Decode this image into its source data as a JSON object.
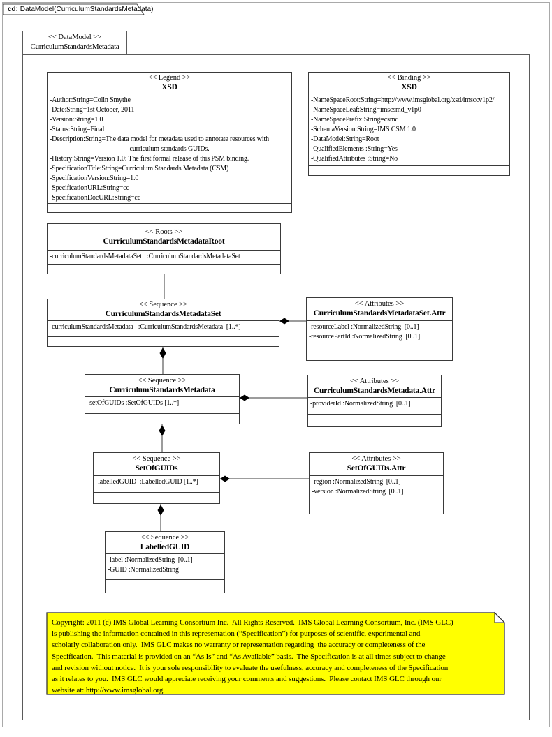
{
  "tab": {
    "prefix": "cd:",
    "title": " DataModel(CurriculumStandardsMetadata)"
  },
  "frame": {
    "stereotype": "<< DataModel >>",
    "name": "CurriculumStandardsMetadata"
  },
  "classes": {
    "legend": {
      "stereotype": "<< Legend >>",
      "name": "XSD",
      "attributes": [
        "-Author:String=Colin Smythe",
        "-Date:String=1st October, 2011",
        "-Version:String=1.0",
        "-Status:String=Final",
        "-Description:String=The data model for metadata used to annotate resources with",
        "curriculum standards GUIDs.",
        "-History:String=Version 1.0: The first formal release of this PSM binding.",
        "-SpecificationTitle:String=Curriculum Standards Metadata (CSM)",
        "-SpecificationVersion:String=1.0",
        "-SpecificationURL:String=cc",
        "-SpecificationDocURL:String=cc"
      ]
    },
    "binding": {
      "stereotype": "<< Binding >>",
      "name": "XSD",
      "attributes": [
        "-NameSpaceRoot:String=http://www.imsglobal.org/xsd/imsccv1p2/",
        "-NameSpaceLeaf:String=imscsmd_v1p0",
        "-NameSpacePrefix:String=csmd",
        "-SchemaVersion:String=IMS CSM 1.0",
        "-DataModel:String=Root",
        "-QualifiedElements :String=Yes",
        "-QualifiedAttributes :String=No"
      ]
    },
    "root": {
      "stereotype": "<< Roots >>",
      "name": "CurriculumStandardsMetadataRoot",
      "attributes": [
        "-curriculumStandardsMetadataSet   :CurriculumStandardsMetadataSet"
      ]
    },
    "metadata_set": {
      "stereotype": "<< Sequence >>",
      "name": "CurriculumStandardsMetadataSet",
      "attributes": [
        "-curriculumStandardsMetadata   :CurriculumStandardsMetadata  [1..*]"
      ]
    },
    "metadata_set_attr": {
      "stereotype": "<< Attributes  >>",
      "name": "CurriculumStandardsMetadataSet.Attr",
      "attributes": [
        "-resourceLabel :NormalizedString  [0..1]",
        "-resourcePartId :NormalizedString  [0..1]"
      ]
    },
    "metadata": {
      "stereotype": "<< Sequence >>",
      "name": "CurriculumStandardsMetadata",
      "attributes": [
        "-setOfGUIDs :SetOfGUIDs [1..*]"
      ]
    },
    "metadata_attr": {
      "stereotype": "<< Attributes  >>",
      "name": "CurriculumStandardsMetadata.Attr",
      "attributes": [
        "-providerId :NormalizedString  [0..1]"
      ]
    },
    "set_of_guids": {
      "stereotype": "<< Sequence >>",
      "name": "SetOfGUIDs",
      "attributes": [
        "-labelledGUID  :LabelledGUID [1..*]"
      ]
    },
    "set_of_guids_attr": {
      "stereotype": "<< Attributes  >>",
      "name": "SetOfGUIDs.Attr",
      "attributes": [
        "-region :NormalizedString  [0..1]",
        "-version :NormalizedString  [0..1]"
      ]
    },
    "labelled_guid": {
      "stereotype": "<< Sequence >>",
      "name": "LabelledGUID",
      "attributes": [
        "-label :NormalizedString  [0..1]",
        "-GUID :NormalizedString"
      ]
    }
  },
  "note": {
    "bg_color": "#ffff00",
    "lines": [
      "Copyright: 2011 (c) IMS Global Learning Consortium Inc.  All Rights Reserved.  IMS Global Learning Consortium, Inc. (IMS GLC)",
      "is publishing the information contained in this representation (“Specification”) for purposes of scientific, experimental and",
      "scholarly collaboration only.  IMS GLC makes no warranty or representation regarding  the accuracy or completeness of the",
      "Specification.  This material is provided on an “As Is” and “As Available” basis.  The Specification is at all times subject to change",
      "and revision without notice.  It is your sole responsibility to evaluate the usefulness, accuracy and completeness of the Specification",
      "as it relates to you.  IMS GLC would appreciate receiving your comments and suggestions.  Please contact IMS GLC through our",
      "website at: http://www.imsglobal.org."
    ]
  }
}
